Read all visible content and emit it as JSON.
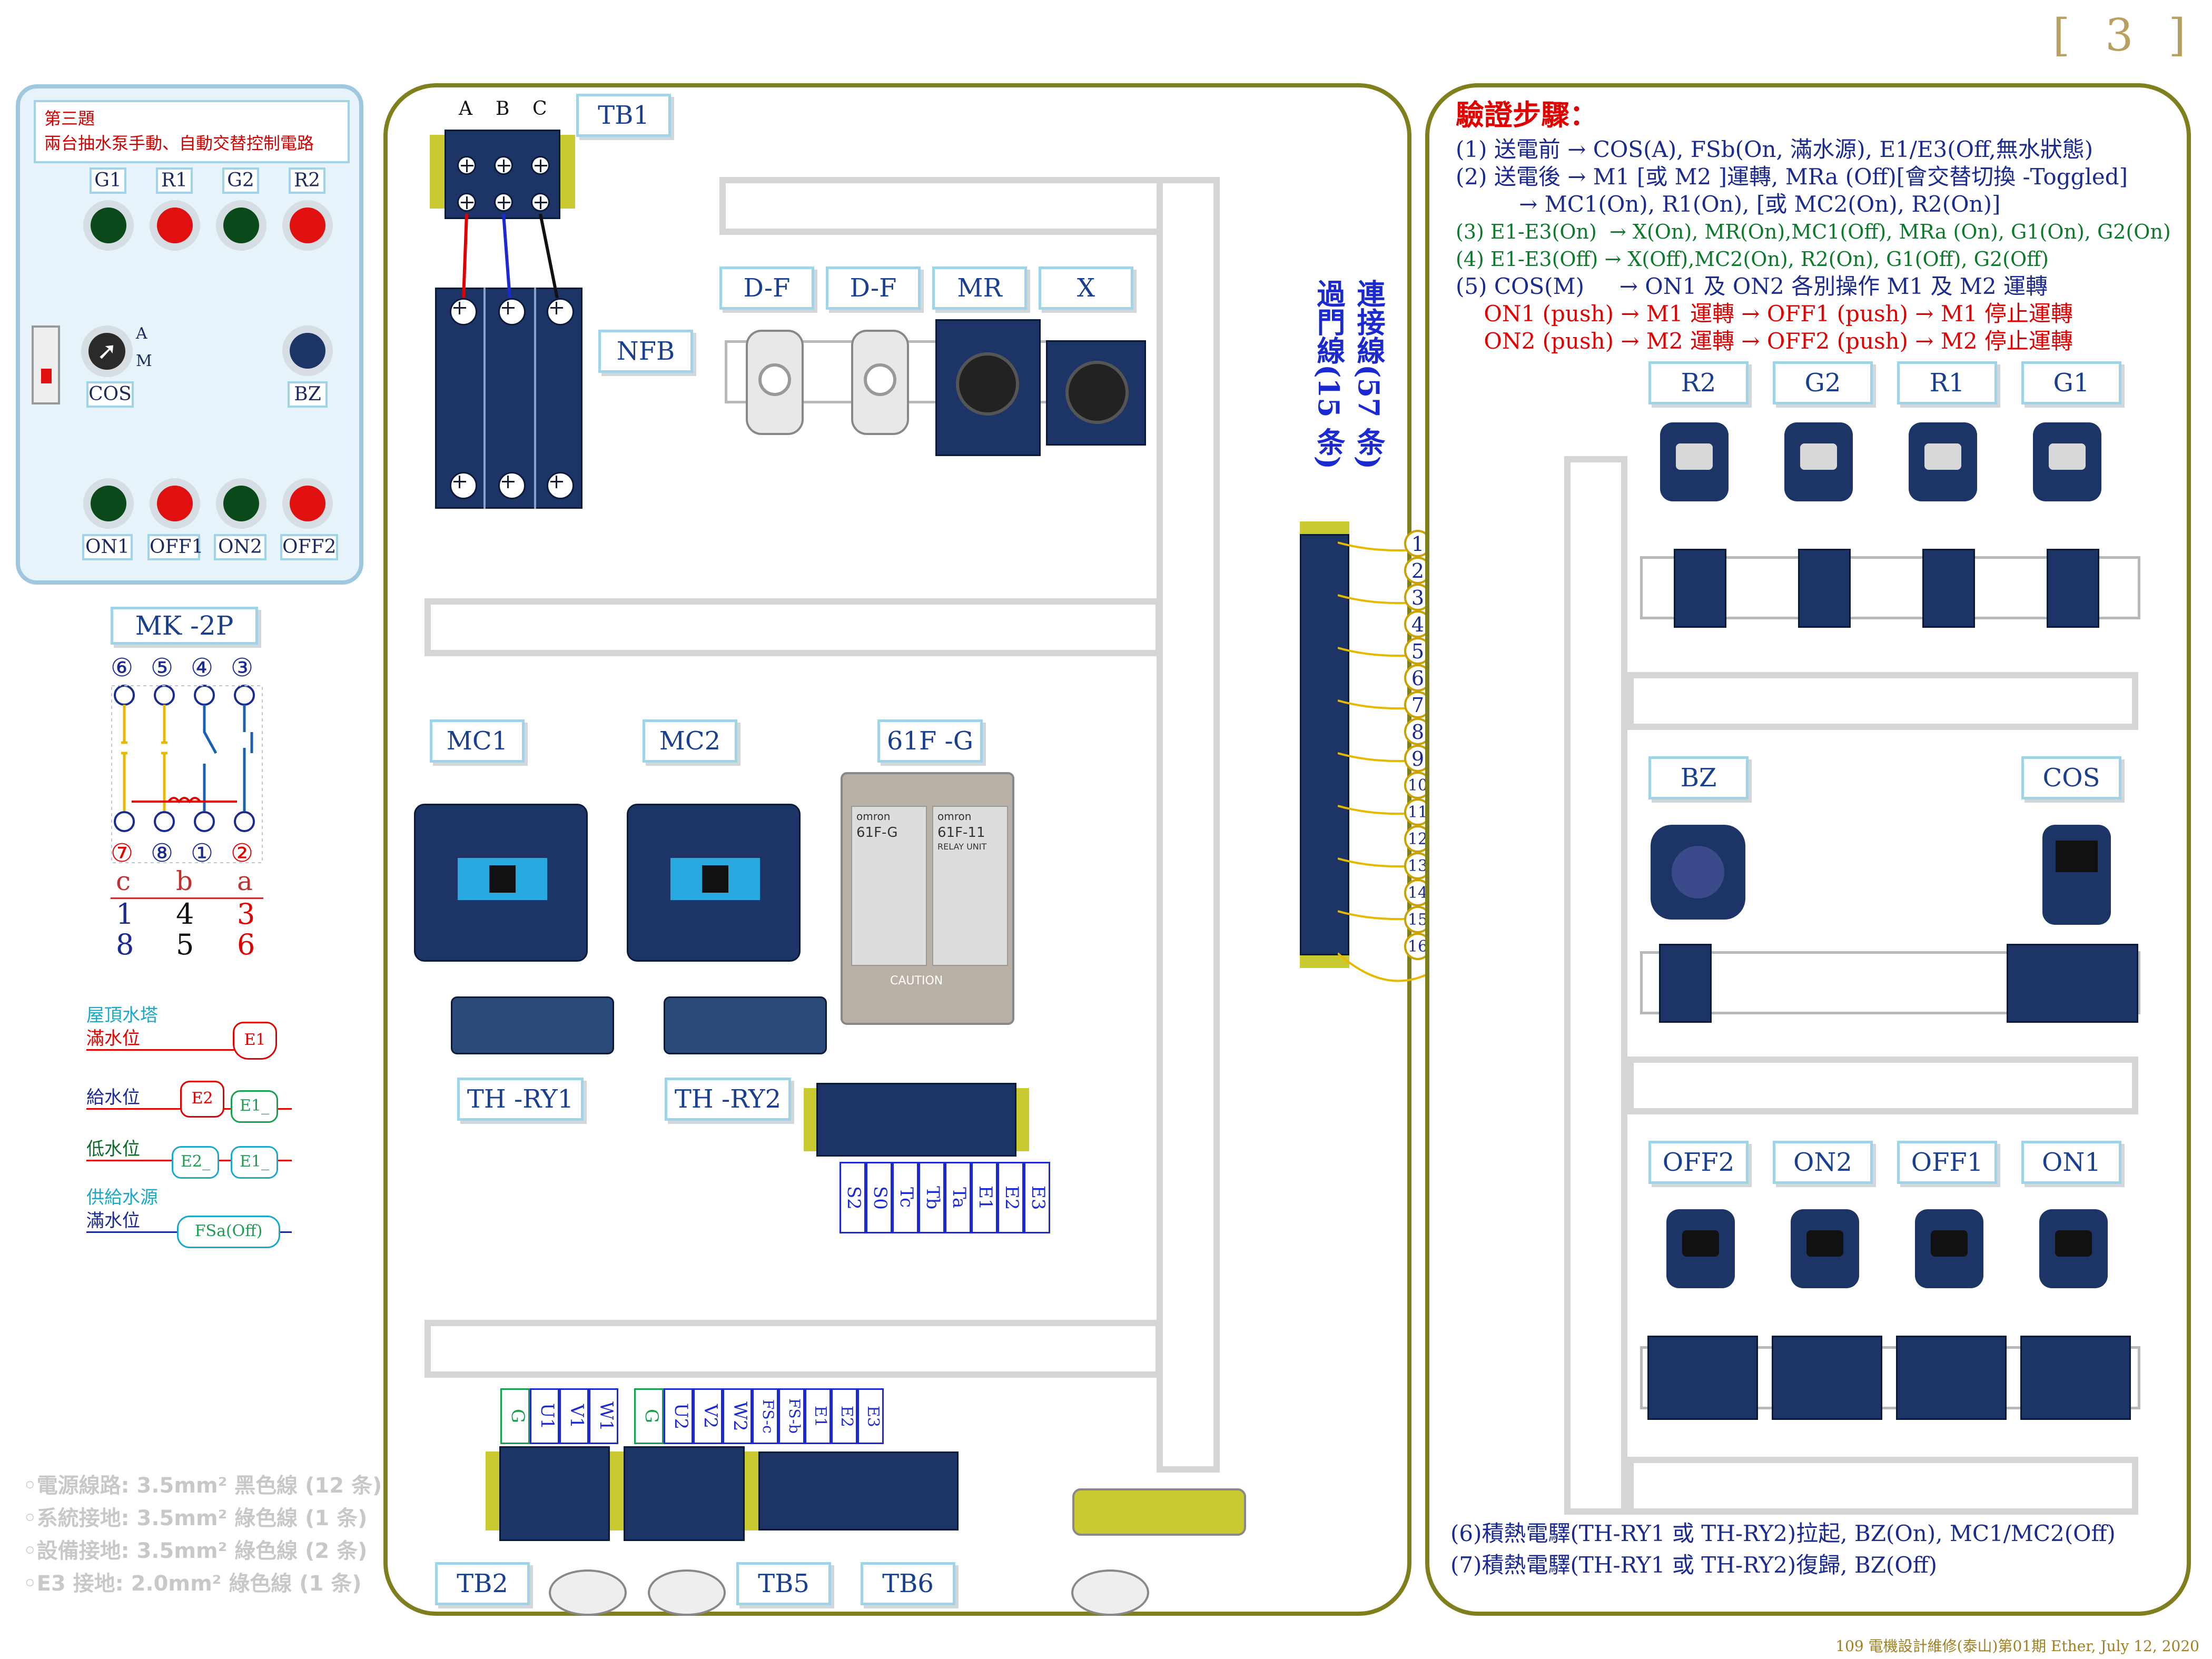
{
  "page_number": "[ 3 ]",
  "left_box": {
    "title_line1": "第三題",
    "title_line2": "兩台抽水泵手動、自動交替控制電路",
    "lamps_top": [
      "G1",
      "R1",
      "G2",
      "R2"
    ],
    "cos_label": "COS",
    "cos_positions": [
      "A",
      "M"
    ],
    "bz_label": "BZ",
    "buttons": [
      "ON1",
      "OFF1",
      "ON2",
      "OFF2"
    ]
  },
  "mk2p": {
    "title": "MK -2P",
    "top_pins": [
      "⑥",
      "⑤",
      "④",
      "③"
    ],
    "bottom_pins": [
      "⑦",
      "⑧",
      "①",
      "②"
    ],
    "row_letters": [
      "c",
      "b",
      "a"
    ],
    "row_top": [
      "1",
      "4",
      "3"
    ],
    "row_bottom": [
      "8",
      "5",
      "6"
    ]
  },
  "levels": {
    "tower_label": "屋頂水塔",
    "full_label": "滿水位",
    "feed_label": "給水位",
    "low_label": "低水位",
    "source_label": "供給水源",
    "source_full_label": "滿水位",
    "e1_top": "E1",
    "e2": "E2",
    "e1_a": "E1_",
    "e2_b": "E2_",
    "e1_b": "E1_",
    "fsa": "FSa(Off)"
  },
  "wiring_notes": [
    "◦電源線路: 3.5mm² 黑色線 (12 条)",
    "◦系統接地: 3.5mm² 綠色線 (1 条)",
    "◦設備接地: 3.5mm² 綠色線 (2 条)",
    "◦E3 接地: 2.0mm² 綠色線 (1 条)"
  ],
  "component_labels": {
    "tb1": "TB1",
    "tb1_phases": [
      "A",
      "B",
      "C"
    ],
    "nfb": "NFB",
    "df1": "D-F",
    "df2": "D-F",
    "mr": "MR",
    "x": "X",
    "mc1": "MC1",
    "mc2": "MC2",
    "relay61f": "61F -G",
    "thry1": "TH -RY1",
    "thry2": "TH -RY2",
    "tb2": "TB2",
    "tb5": "TB5",
    "tb6": "TB6",
    "r2": "R2",
    "g2": "G2",
    "r1": "R1",
    "g1": "G1",
    "bz": "BZ",
    "cos": "COS",
    "off2": "OFF2",
    "on2": "ON2",
    "off1": "OFF1",
    "on1": "ON1"
  },
  "relay_faces": {
    "left": "61F-G",
    "right": "61F-11",
    "brand": "omron",
    "unit": "RELAY UNIT",
    "caution": "CAUTION"
  },
  "terminals_61f": [
    "S2",
    "S0",
    "Tc",
    "Tb",
    "Ta",
    "E1",
    "E2",
    "E3"
  ],
  "tb_bottom_labels": [
    "G",
    "U1",
    "V1",
    "W1",
    "G",
    "U2",
    "V2",
    "W2",
    "FS-c",
    "FS-b",
    "E1",
    "E2",
    "E3"
  ],
  "door_wires": {
    "line1": "過門線(15 条)",
    "line2": "連接線(57 条)",
    "numbers": [
      "1",
      "2",
      "3",
      "4",
      "5",
      "6",
      "7",
      "8",
      "9",
      "10",
      "11",
      "12",
      "13",
      "14",
      "15",
      "16"
    ]
  },
  "verification": {
    "title": "驗證步驟：",
    "steps": [
      "(1) 送電前 → COS(A), FSb(On, 滿水源), E1/E3(Off,無水狀態)",
      "(2) 送電後 → M1 [或 M2 ]運轉, MRa (Off)[會交替切換 -Toggled]",
      "         → MC1(On), R1(On), [或 MC2(On), R2(On)]",
      "(3) E1-E3(On)  → X(On), MR(On),MC1(Off), MRa (On), G1(On), G2(On)",
      "(4) E1-E3(Off) → X(Off),MC2(On), R2(On), G1(Off), G2(Off)",
      "(5) COS(M)     → ON1 及 ON2 各別操作 M1 及 M2 運轉",
      "    ON1 (push) → M1 運轉 → OFF1 (push) → M1 停止運轉",
      "    ON2 (push) → M2 運轉 → OFF2 (push) → M2 停止運轉"
    ],
    "step6": "(6)積熱電驛(TH-RY1 或 TH-RY2)拉起, BZ(On), MC1/MC2(Off)",
    "step7": "(7)積熱電驛(TH-RY1 或 TH-RY2)復歸, BZ(Off)"
  },
  "footer": "109 電機設計維修(泰山)第01期 Ether, July 12, 2020",
  "colors": {
    "panel_border": "#7f7f1e",
    "label_text": "#1a3f8f",
    "terminal_blue": "#1d3566",
    "accent_red": "#e00000",
    "wire_yellow": "#e6b800",
    "green_lamp": "#0a4a1a",
    "red_lamp": "#e01010"
  }
}
